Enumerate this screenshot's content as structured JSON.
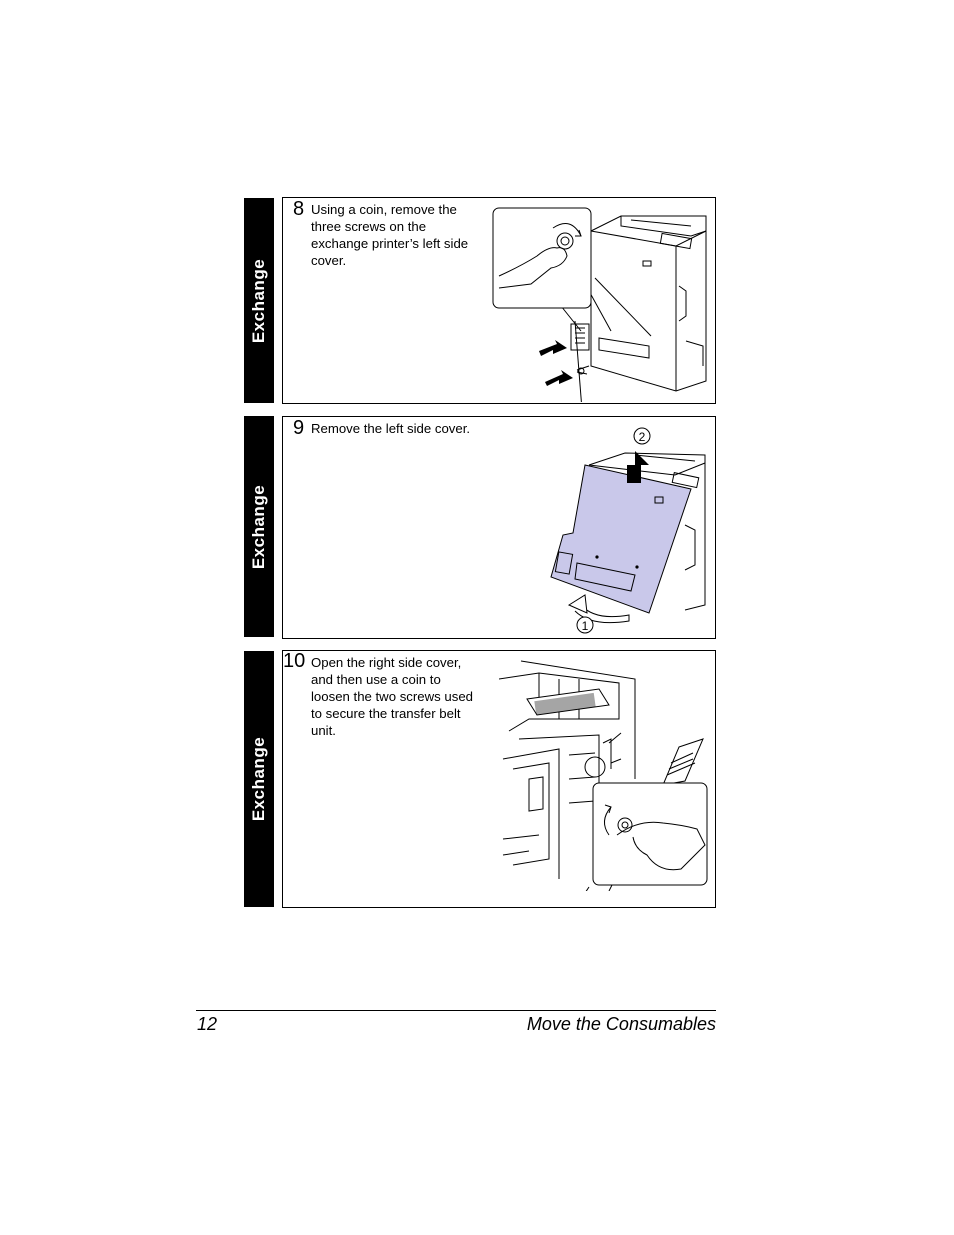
{
  "steps": [
    {
      "tab": "Exchange",
      "number": "8",
      "text": "Using a coin, remove the three screws on the exchange printer’s left side cover."
    },
    {
      "tab": "Exchange",
      "number": "9",
      "text": "Remove the left side cover.",
      "callouts": [
        "2",
        "1"
      ]
    },
    {
      "tab": "Exchange",
      "number": "10",
      "text": "Open the right side cover, and then use a coin to loosen the two screws used to secure the transfer belt unit."
    }
  ],
  "footer": {
    "page_number": "12",
    "section_title": "Move the Consumables"
  },
  "colors": {
    "cover_fill": "#c9c8ea",
    "tab_bg": "#000000"
  }
}
